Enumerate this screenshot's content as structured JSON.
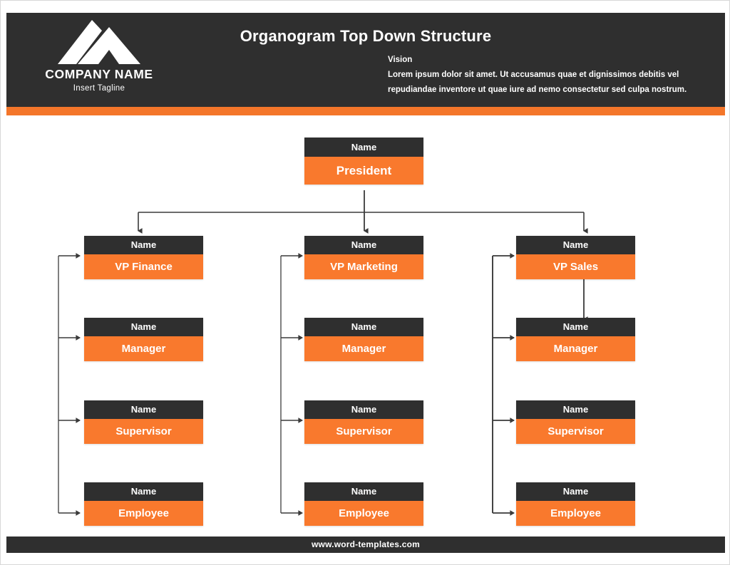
{
  "header": {
    "title": "Organogram Top Down Structure",
    "company_name": "COMPANY NAME",
    "tagline": "Insert Tagline",
    "vision_label": "Vision",
    "vision_text": "Lorem ipsum dolor sit amet. Ut accusamus quae et dignissimos debitis vel repudiandae inventore ut quae iure ad nemo consectetur sed culpa nostrum.",
    "logo_icon": "mountain-logo-icon"
  },
  "colors": {
    "dark": "#2f2f2f",
    "orange": "#f9792d",
    "accent_bar": "#f4762a",
    "white": "#ffffff",
    "connector": "#3a3a3a"
  },
  "chart_data": {
    "type": "diagram",
    "title": "Organogram Top Down Structure",
    "name_label": "Name",
    "root": {
      "name": "Name",
      "role": "President"
    },
    "columns": [
      {
        "id": "finance",
        "nodes": [
          {
            "name": "Name",
            "role": "VP Finance"
          },
          {
            "name": "Name",
            "role": "Manager"
          },
          {
            "name": "Name",
            "role": "Supervisor"
          },
          {
            "name": "Name",
            "role": "Employee"
          }
        ]
      },
      {
        "id": "marketing",
        "nodes": [
          {
            "name": "Name",
            "role": "VP Marketing"
          },
          {
            "name": "Name",
            "role": "Manager"
          },
          {
            "name": "Name",
            "role": "Supervisor"
          },
          {
            "name": "Name",
            "role": "Employee"
          }
        ]
      },
      {
        "id": "sales",
        "nodes": [
          {
            "name": "Name",
            "role": "VP Sales"
          },
          {
            "name": "Name",
            "role": "Manager"
          },
          {
            "name": "Name",
            "role": "Supervisor"
          },
          {
            "name": "Name",
            "role": "Employee"
          }
        ]
      }
    ]
  },
  "footer": {
    "url": "www.word-templates.com"
  }
}
